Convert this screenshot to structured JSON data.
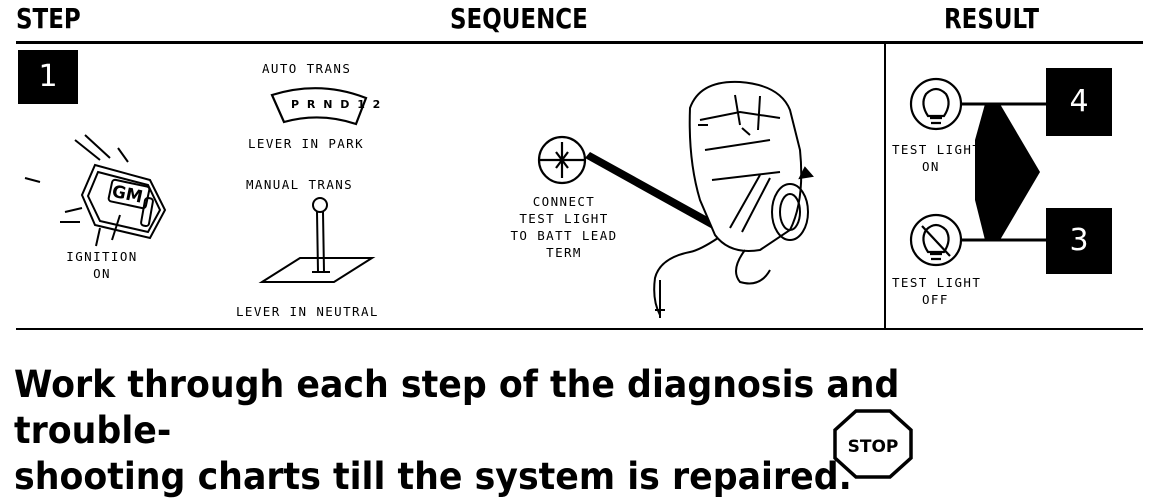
{
  "header": {
    "step": "STEP",
    "sequence": "SEQUENCE",
    "result": "RESULT"
  },
  "step_number": "1",
  "sequence": {
    "auto_trans": "AUTO TRANS",
    "gear_positions": "P R N D 1 2",
    "lever_in_park": "LEVER IN PARK",
    "manual_trans": "MANUAL TRANS",
    "lever_in_neutral": "LEVER IN NEUTRAL",
    "ignition_logo": "GM",
    "ignition_on_1": "IGNITION",
    "ignition_on_2": "ON",
    "connect_1": "CONNECT",
    "connect_2": "TEST LIGHT",
    "connect_3": "TO BATT LEAD",
    "connect_4": "TERM"
  },
  "result": {
    "light_on_1": "TEST LIGHT",
    "light_on_2": "ON",
    "light_off_1": "TEST LIGHT",
    "light_off_2": "OFF",
    "next_on": "4",
    "next_off": "3"
  },
  "caption": "Work through each step of the diagnosis and trouble-\nshooting charts till the system is repaired.",
  "stop_label": "STOP",
  "colors": {
    "ink": "#000000",
    "paper": "#ffffff"
  }
}
